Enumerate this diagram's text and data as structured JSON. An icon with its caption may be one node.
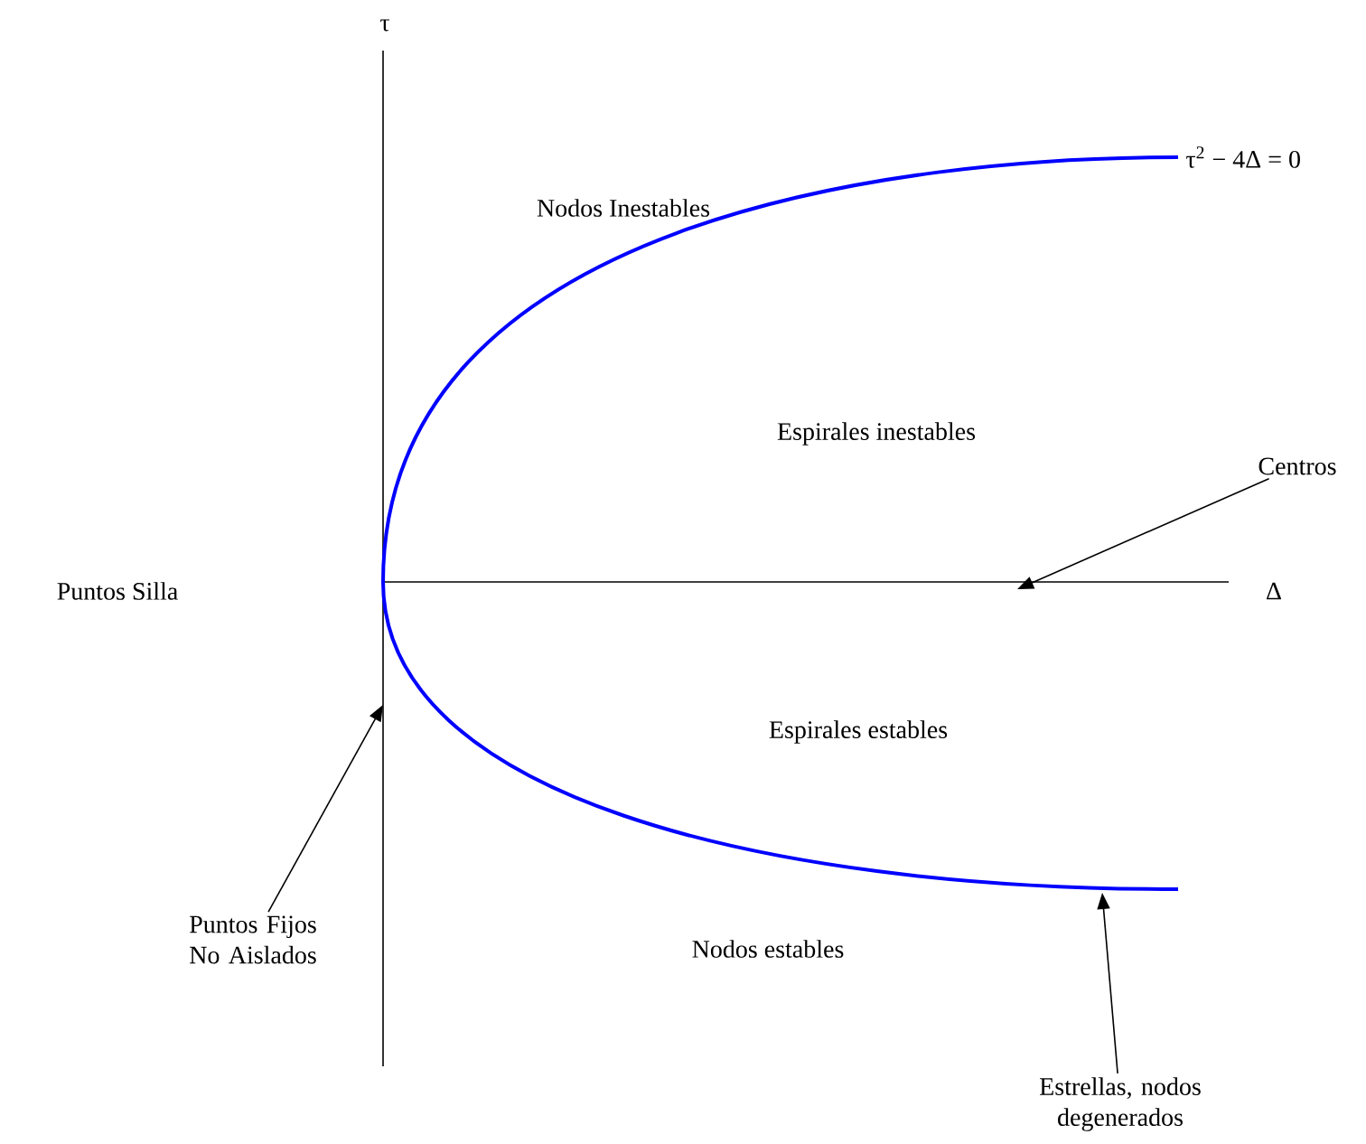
{
  "diagram": {
    "nodes": [
      {
        "text": [
          "Centros"
        ]
      },
      {
        "text": [
          "Puntos Fijos No Aislados"
        ]
      },
      {
        "text": [
          "Estrellas, nodos degenerados"
        ]
      }
    ],
    "edges": [
      {
        "from": 0,
        "to": null,
        "arrow": "to"
      },
      {
        "from": 1,
        "to": null,
        "arrow": "to"
      },
      {
        "from": 2,
        "to": null,
        "arrow": "to"
      }
    ],
    "labels": [
      "τ",
      "Nodos Inestables",
      "τ$^{2}$ − 4Δ = 0",
      "Espirales inestables",
      "Puntos Silla",
      "Δ",
      "Espirales estables",
      "Nodos estables"
    ]
  }
}
